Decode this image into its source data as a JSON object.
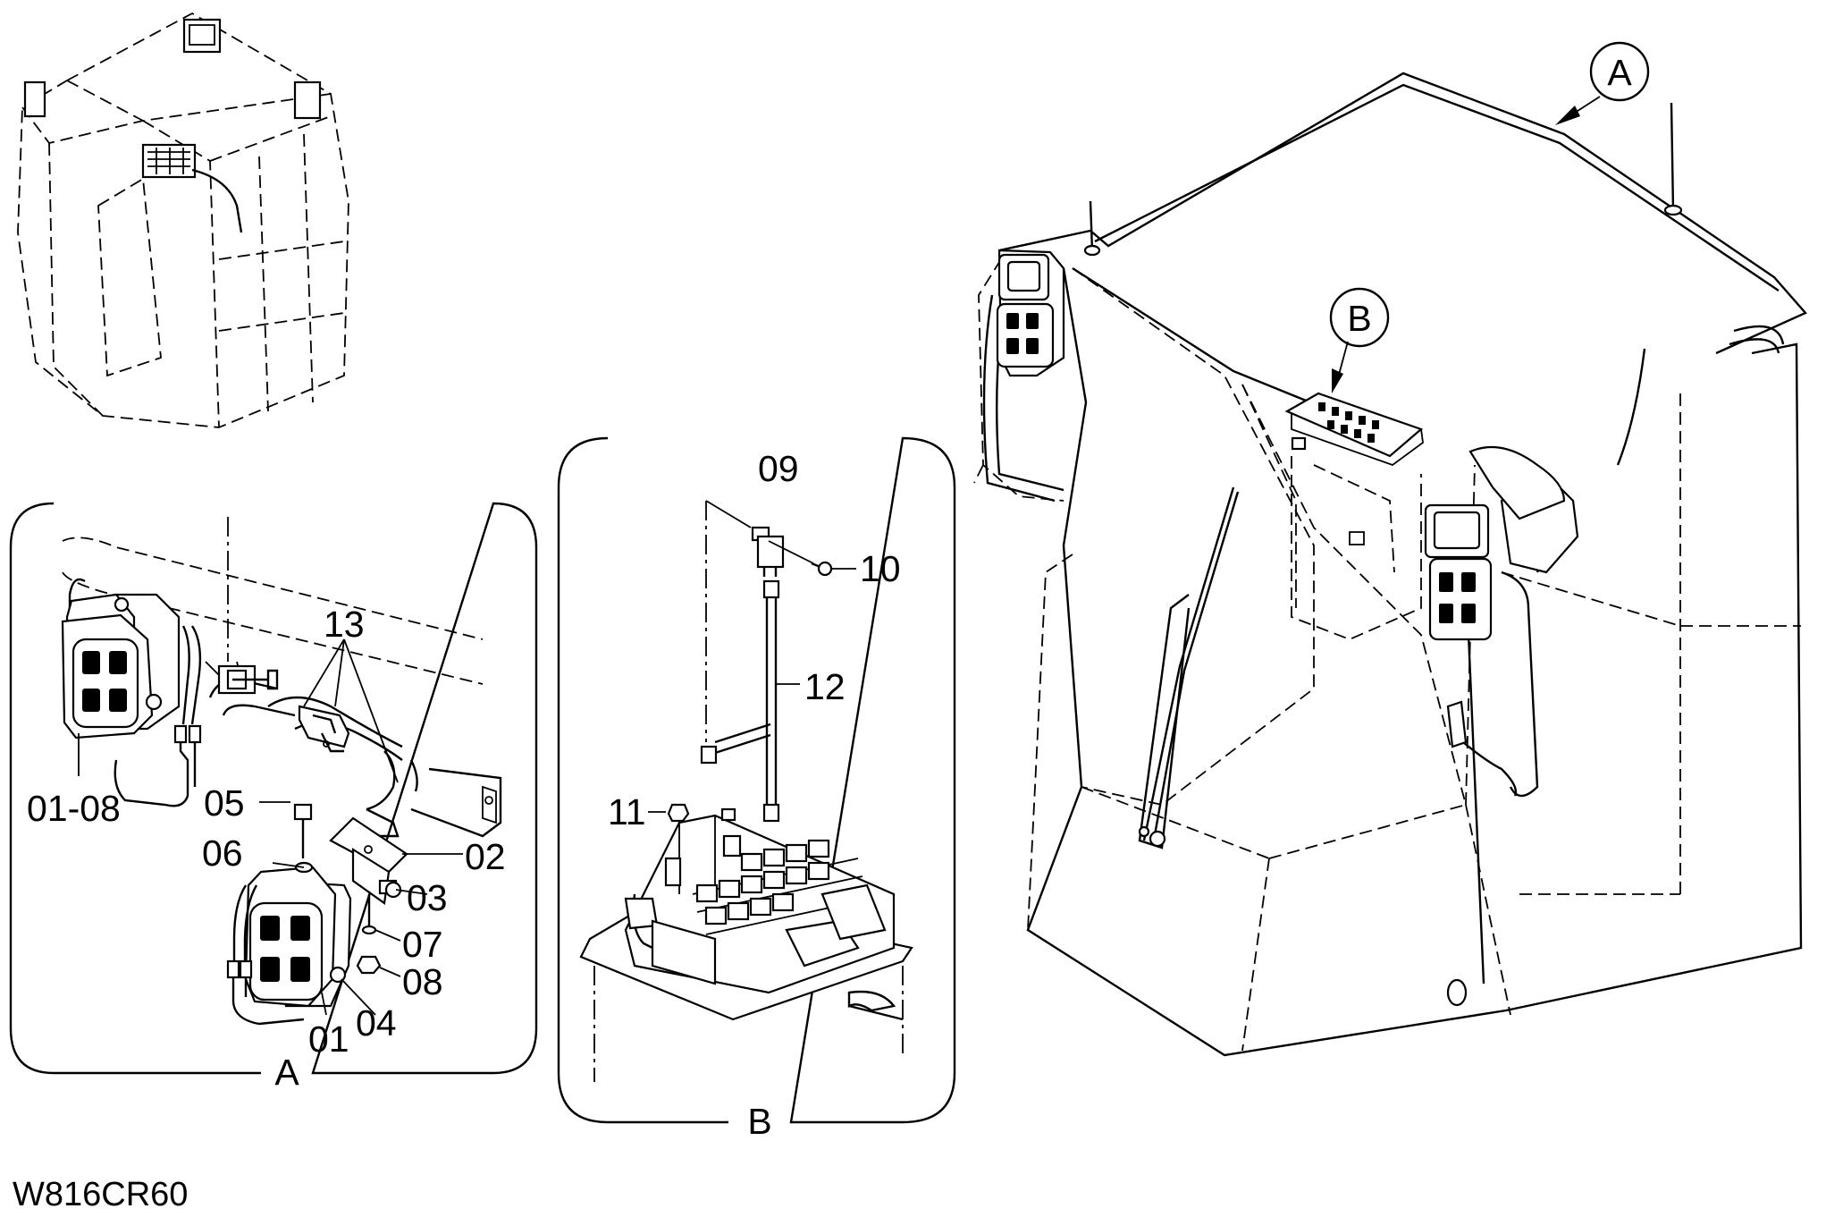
{
  "drawing_code": "W816CR60",
  "detail_a": {
    "caption": "A",
    "callouts": [
      "01-08",
      "13",
      "05",
      "06",
      "02",
      "03",
      "07",
      "08",
      "04",
      "01"
    ]
  },
  "detail_b": {
    "caption": "B",
    "callouts": [
      "09",
      "10",
      "12",
      "11"
    ]
  },
  "main_view": {
    "balloons": [
      "A",
      "B"
    ]
  }
}
